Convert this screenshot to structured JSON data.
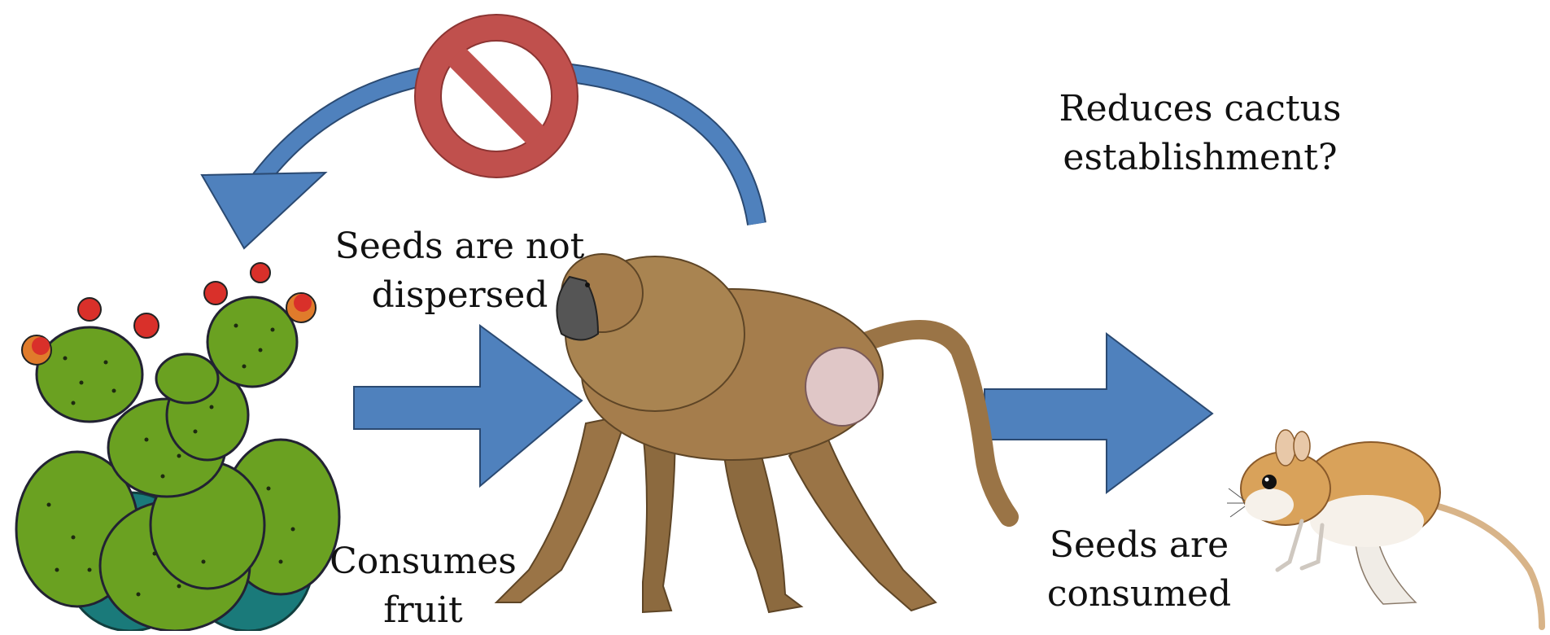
{
  "labels": {
    "reduces_establishment": [
      "Reduces cactus",
      "establishment?"
    ],
    "seeds_not_dispersed": [
      "Seeds are not",
      "dispersed"
    ],
    "consumes_fruit": [
      "Consumes",
      "fruit"
    ],
    "seeds_consumed": [
      "Seeds are",
      "consumed"
    ]
  },
  "colors": {
    "arrow": "#4f81bd",
    "no_sign": "#c0504d",
    "cactus_pad": "#6aa121",
    "cactus_shadow": "#1a7a7a",
    "flower": "#d9302a",
    "baboon": "#a57d4c",
    "rodent": "#d9a25a"
  },
  "icons": [
    "cactus-illustration",
    "baboon-illustration",
    "kangaroo-rat-illustration",
    "prohibited-icon"
  ]
}
